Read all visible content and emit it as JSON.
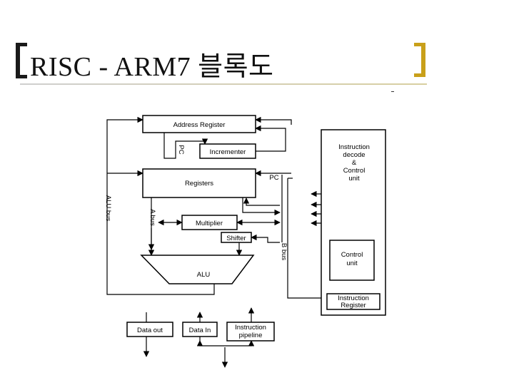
{
  "slide": {
    "title": "RISC - ARM7 블록도",
    "accent_color": "#c9a01a"
  },
  "diagram": {
    "blocks": {
      "address_register": "Address Register",
      "incrementer": "Incrementer",
      "registers": "Registers",
      "multiplier": "Multiplier",
      "shifter": "Shifter",
      "alu": "ALU",
      "instruction_decode": [
        "Instruction",
        "decode",
        "&",
        "Control",
        "unit"
      ],
      "control_unit": [
        "Control",
        "unit"
      ],
      "instruction_register": [
        "Instruction",
        "Register"
      ],
      "data_out": "Data out",
      "data_in": "Data In",
      "instruction_pipeline": [
        "Instruction",
        "pipeline"
      ]
    },
    "labels": {
      "pc_vertical": "PC",
      "pc_right": "PC",
      "alu_bus": "ALU bus",
      "a_bus": "A bus",
      "b_bus": "B bus"
    }
  }
}
